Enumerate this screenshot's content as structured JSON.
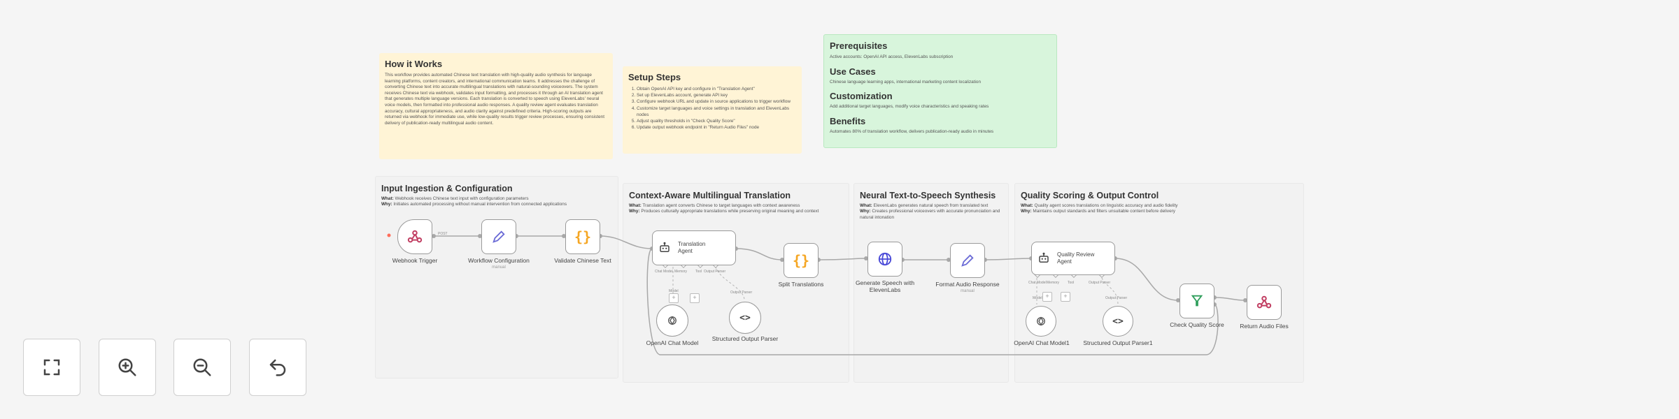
{
  "notes": {
    "how": {
      "title": "How it Works",
      "body": "This workflow provides automated Chinese text translation with high-quality audio synthesis for language learning platforms, content creators, and international communication teams. It addresses the challenge of converting Chinese text into accurate multilingual translations with natural-sounding voiceovers. The system receives Chinese text via webhook, validates input formatting, and processes it through an AI translation agent that generates multiple language versions. Each translation is converted to speech using ElevenLabs' neural voice models, then formatted into professional audio responses. A quality review agent evaluates translation accuracy, cultural appropriateness, and audio clarity against predefined criteria. High-scoring outputs are returned via webhook for immediate use, while low-quality results trigger review processes, ensuring consistent delivery of publication-ready multilingual audio content."
    },
    "setup": {
      "title": "Setup Steps",
      "steps": [
        "Obtain OpenAI API key and configure in \"Translation Agent\"",
        "Set up ElevenLabs account, generate API key",
        "Configure webhook URL and update in source applications to trigger workflow",
        "Customize target languages and voice settings in translation and ElevenLabs nodes",
        "Adjust quality thresholds in \"Check Quality Score\"",
        "Update output webhook endpoint in \"Return Audio Files\" node"
      ]
    },
    "prereq": {
      "title": "Prerequisites",
      "body": "Active accounts: OpenAI API access, ElevenLabs subscription",
      "use_title": "Use Cases",
      "use_body": "Chinese language learning apps, international marketing content localization",
      "custom_title": "Customization",
      "custom_body": "Add additional target languages, modify voice characteristics and speaking rates",
      "benefit_title": "Benefits",
      "benefit_body": "Automates 80% of translation workflow, delivers publication-ready audio in minutes"
    }
  },
  "groups": {
    "g1": {
      "title": "Input Ingestion & Configuration",
      "what_k": "What:",
      "what": "Webhook receives Chinese text input with configuration parameters",
      "why_k": "Why:",
      "why": "Initiates automated processing without manual intervention from connected applications"
    },
    "g2": {
      "title": "Context-Aware Multilingual Translation",
      "what_k": "What:",
      "what": "Translation agent converts Chinese to target languages with context awareness",
      "why_k": "Why:",
      "why": "Produces culturally appropriate translations while preserving original meaning and context"
    },
    "g3": {
      "title": "Neural Text-to-Speech Synthesis",
      "what_k": "What:",
      "what": "ElevenLabs generates natural speech from translated text",
      "why_k": "Why:",
      "why": "Creates professional voiceovers with accurate pronunciation and natural intonation"
    },
    "g4": {
      "title": "Quality Scoring & Output Control",
      "what_k": "What:",
      "what": "Quality agent scores translations on linguistic accuracy and audio fidelity",
      "why_k": "Why:",
      "why": "Maintains output standards and filters unsuitable content before delivery"
    }
  },
  "nodes": {
    "webhook": {
      "label": "Webhook Trigger",
      "icon": "webhook-icon"
    },
    "config": {
      "label": "Workflow Configuration",
      "sub": "manual",
      "icon": "pencil-icon"
    },
    "validate": {
      "label": "Validate Chinese Text",
      "icon": "code-braces-icon"
    },
    "translation": {
      "label": "Translation Agent",
      "icon": "robot-icon"
    },
    "chat1": {
      "label": "OpenAI Chat Model",
      "icon": "openai-icon"
    },
    "parser1": {
      "label": "Structured Output Parser",
      "icon": "code-brackets-icon"
    },
    "split": {
      "label": "Split Translations",
      "icon": "code-braces-icon"
    },
    "speech": {
      "label": "Generate Speech with ElevenLabs",
      "icon": "globe-icon"
    },
    "format": {
      "label": "Format Audio Response",
      "sub": "manual",
      "icon": "pencil-icon"
    },
    "quality": {
      "label": "Quality Review Agent",
      "icon": "robot-icon"
    },
    "chat2": {
      "label": "OpenAI Chat Model1",
      "icon": "openai-icon"
    },
    "parser2": {
      "label": "Structured Output Parser1",
      "icon": "code-brackets-icon"
    },
    "check": {
      "label": "Check Quality Score",
      "icon": "filter-icon"
    },
    "return": {
      "label": "Return Audio Files",
      "icon": "webhook-icon"
    }
  },
  "ports": {
    "trigger": "POST",
    "model": "Chat Model",
    "memory": "Memory",
    "tool": "Tool",
    "parser": "Output Parser",
    "model_tag": "Model",
    "parser_tag": "Output Parser",
    "true": "true",
    "false": "false"
  },
  "colors": {
    "accent": "#ff6d5a",
    "braces": "#f5a623",
    "pencil": "#6b6bd6",
    "globe": "#4a4ad8",
    "filter": "#2e9e5b"
  }
}
